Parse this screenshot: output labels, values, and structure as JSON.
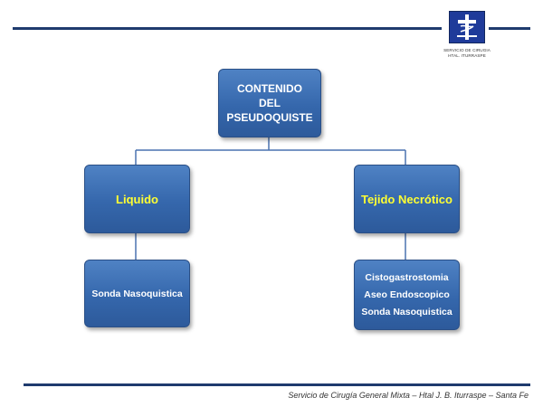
{
  "logo": {
    "icon": "hospital-emblem-icon",
    "caption_line1": "SERVICIO DE CIRUGIA",
    "caption_line2": "HTAL. ITURRASPE"
  },
  "diagram": {
    "root": {
      "line1": "CONTENIDO",
      "line2": "DEL",
      "line3": "PSEUDOQUISTE"
    },
    "left": {
      "label": "Liquido",
      "child": {
        "line1": "Sonda Nasoquistica"
      }
    },
    "right": {
      "label": "Tejido Necrótico",
      "child": {
        "line1": "Cistogastrostomia",
        "line2": "Aseo Endoscopico",
        "line3": "Sonda Nasoquistica"
      }
    }
  },
  "colors": {
    "box_fill": "#3567ac",
    "level1_text": "#ffff33",
    "box_text": "#ffffff",
    "rule": "#1f3b6e",
    "connector": "#4a72b0"
  },
  "footer": {
    "text": "Servicio de Cirugía General Mixta – Htal J. B. Iturraspe – Santa Fe"
  }
}
